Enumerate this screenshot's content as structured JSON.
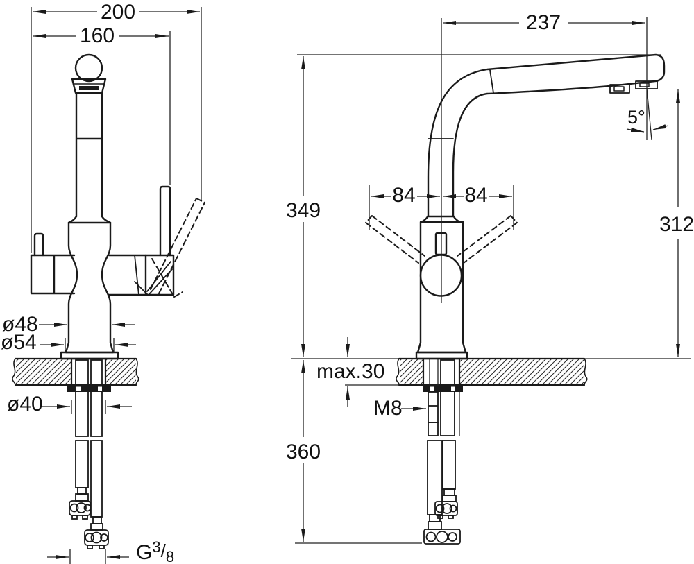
{
  "drawing": {
    "description": "Kitchen mixer tap installation drawing, front and side views",
    "front_view": {
      "dim_overall_width": "200",
      "dim_handle_width": "160",
      "dim_body_diameter": "ø48",
      "dim_base_diameter": "ø54",
      "dim_shank_diameter": "ø40",
      "thread": {
        "prefix": "G",
        "numerator": "3",
        "slash": "/",
        "denominator": "8"
      }
    },
    "side_view": {
      "dim_spout_reach": "237",
      "dim_height_above_deck": "349",
      "dim_spout_outlet_height": "312",
      "dim_handle_swing_left": "84",
      "dim_handle_swing_right": "84",
      "dim_outlet_angle": "5°",
      "dim_max_deck_thickness": "max.30",
      "dim_fixing_stud": "M8",
      "dim_below_deck": "360"
    },
    "colors": {
      "line": "#1a1a1a",
      "dim_line": "#222222",
      "background": "#ffffff"
    }
  }
}
